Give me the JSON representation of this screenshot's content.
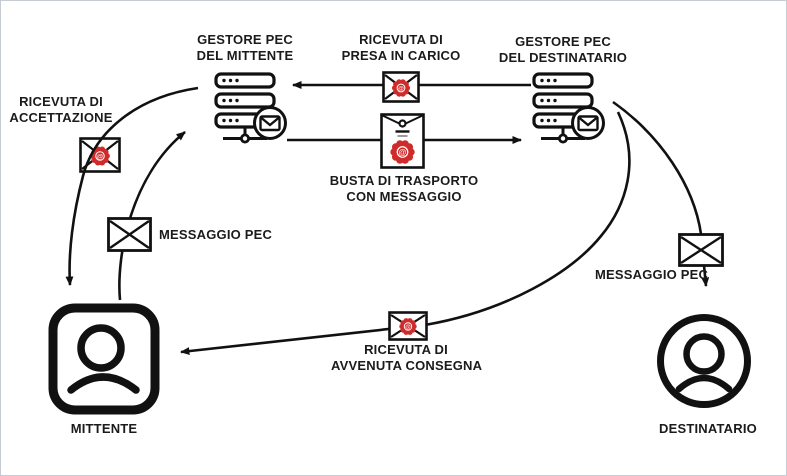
{
  "diagram": {
    "nodes": {
      "gestore_mittente": {
        "line1": "GESTORE PEC",
        "line2": "DEL MITTENTE"
      },
      "gestore_destinatario": {
        "line1": "GESTORE PEC",
        "line2": "DEL DESTINATARIO"
      },
      "mittente": {
        "label": "MITTENTE"
      },
      "destinatario": {
        "label": "DESTINATARIO"
      }
    },
    "messages": {
      "ricevuta_accettazione": {
        "line1": "RICEVUTA DI",
        "line2": "ACCETTAZIONE"
      },
      "messaggio_pec_left": {
        "label": "MESSAGGIO PEC"
      },
      "ricevuta_presa_in_carico": {
        "line1": "RICEVUTA DI",
        "line2": "PRESA IN CARICO"
      },
      "busta_di_trasporto": {
        "line1": "BUSTA DI TRASPORTO",
        "line2": "CON MESSAGGIO"
      },
      "ricevuta_avvenuta_consegna": {
        "line1": "RICEVUTA DI",
        "line2": "AVVENUTA CONSEGNA"
      },
      "messaggio_pec_right": {
        "label": "MESSAGGIO PEC"
      }
    },
    "icons": {
      "seal_glyph": "@"
    },
    "colors": {
      "line_black": "#111111",
      "seal_red": "#cf2b2b",
      "border_gray": "#c7ccd2",
      "background": "#ffffff"
    }
  }
}
